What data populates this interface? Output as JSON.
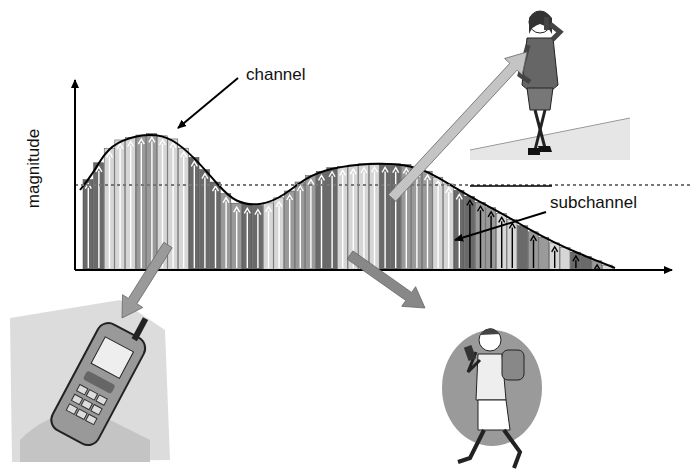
{
  "diagram": {
    "labels": [
      "magnitude",
      "channel",
      "subchannel"
    ]
  }
}
